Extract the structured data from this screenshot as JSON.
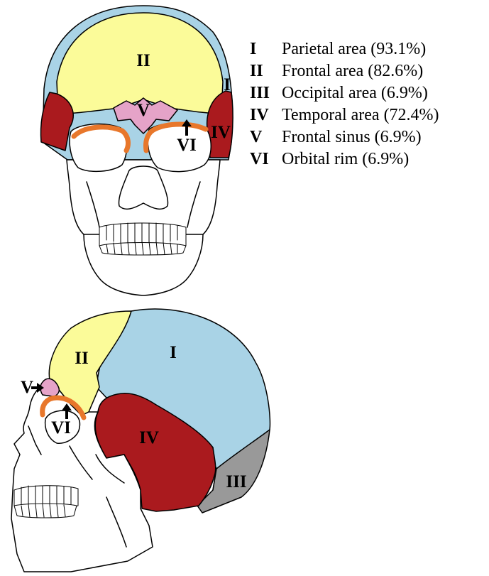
{
  "colors": {
    "parietal": "#a9d3e6",
    "frontal": "#fbfb99",
    "occipital": "#999999",
    "temporal": "#aa1a1e",
    "frontal_sinus": "#e5a3c8",
    "orbital_rim": "#e8772b",
    "bone": "#ffffff",
    "outline": "#000000"
  },
  "legend": [
    {
      "numeral": "I",
      "text": "Parietal area (93.1%)"
    },
    {
      "numeral": "II",
      "text": "Frontal area (82.6%)"
    },
    {
      "numeral": "III",
      "text": "Occipital area (6.9%)"
    },
    {
      "numeral": "IV",
      "text": "Temporal area (72.4%)"
    },
    {
      "numeral": "V",
      "text": "Frontal sinus (6.9%)"
    },
    {
      "numeral": "VI",
      "text": "Orbital rim (6.9%)"
    }
  ],
  "front_view_labels": {
    "frontal": "II",
    "parietal": "I",
    "frontal_sinus": "V",
    "orbital_rim": "VI",
    "temporal": "IV"
  },
  "side_view_labels": {
    "frontal": "II",
    "parietal": "I",
    "frontal_sinus": "V",
    "orbital_rim": "VI",
    "temporal": "IV",
    "occipital": "III"
  }
}
